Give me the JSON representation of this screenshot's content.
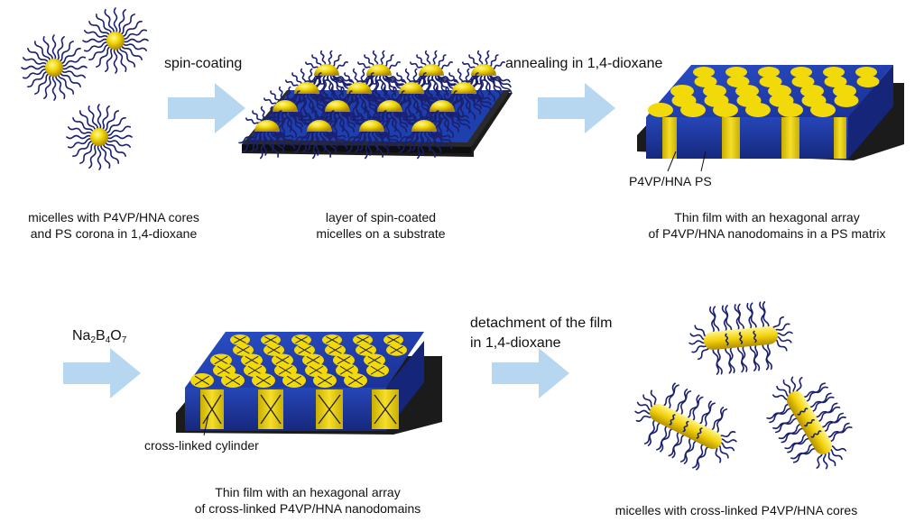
{
  "step_labels": {
    "spin_coating": "spin-coating",
    "annealing": "annealing in 1,4-dioxane",
    "reagent": {
      "base": "Na",
      "s1": "2",
      "b": "B",
      "s2": "4",
      "o": "O",
      "s3": "7"
    },
    "detachment_line1": "detachment of the film",
    "detachment_line2": "in 1,4-dioxane"
  },
  "captions": {
    "micelles_start": [
      "micelles with P4VP/HNA cores",
      "and PS corona in 1,4-dioxane"
    ],
    "spin_layer": [
      "layer of spin-coated",
      "micelles on a substrate"
    ],
    "thin_film": [
      "Thin film with an hexagonal array",
      "of P4VP/HNA nanodomains in a PS matrix"
    ],
    "crosslinked_film": [
      "Thin film with an hexagonal array",
      "of cross-linked P4VP/HNA nanodomains"
    ],
    "micelles_end": [
      "micelles with cross-linked P4VP/HNA cores"
    ]
  },
  "annotations": {
    "p4vp_hna": "P4VP/HNA",
    "ps": "PS",
    "cross_linked_cylinder": "cross-linked cylinder"
  },
  "colors": {
    "core_yellow": "#f2d90a",
    "chain_navy": "#1a1f6e",
    "film_blue": "#1e3fae",
    "substrate_black": "#1a1a1a",
    "arrow_blue": "#b7d6f0"
  }
}
